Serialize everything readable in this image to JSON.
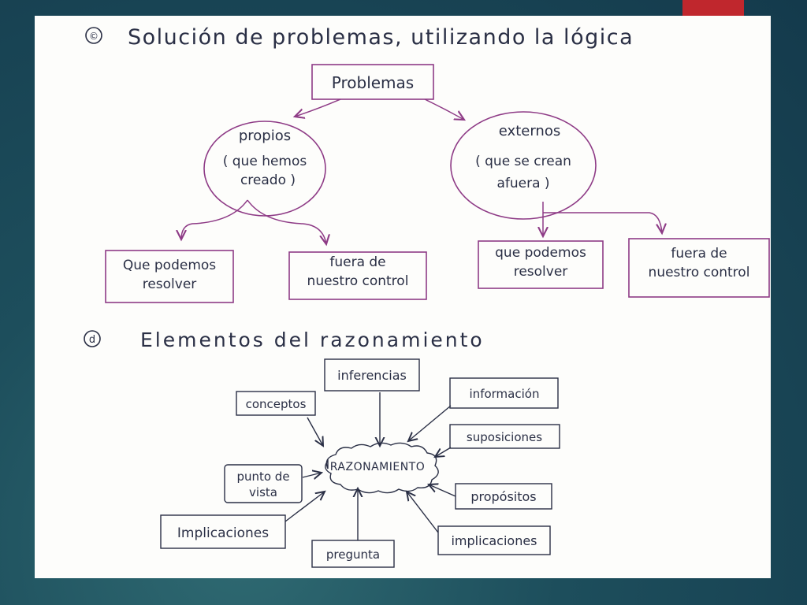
{
  "section_c": {
    "marker": "©",
    "title": "Solución de problemas, utilizando la lógica",
    "root": "Problemas",
    "propios": {
      "label": "propios",
      "detail_1": "( que hemos",
      "detail_2": "creado )"
    },
    "externos": {
      "label": "externos",
      "detail_1": "( que se crean",
      "detail_2": "afuera )"
    },
    "propios_children": [
      {
        "line_1": "Que podemos",
        "line_2": "resolver"
      },
      {
        "line_1": "fuera de",
        "line_2": "nuestro control"
      }
    ],
    "externos_children": [
      {
        "line_1": "que podemos",
        "line_2": "resolver"
      },
      {
        "line_1": "fuera de",
        "line_2": "nuestro control"
      }
    ]
  },
  "section_d": {
    "marker": "d",
    "title": "Elementos del razonamiento",
    "center": "RAZONAMIENTO",
    "elements": {
      "inferencias": "inferencias",
      "conceptos": "conceptos",
      "informacion": "información",
      "suposiciones": "suposiciones",
      "punto_de_vista_1": "punto de",
      "punto_de_vista_2": "vista",
      "propositos": "propósitos",
      "implicaciones_left": "Implicaciones",
      "implicaciones_right": "implicaciones",
      "pregunta": "pregunta"
    }
  },
  "colors": {
    "ink": "#2a2f45",
    "purple_ink": "#8e3b86",
    "accent": "#c0272d"
  }
}
